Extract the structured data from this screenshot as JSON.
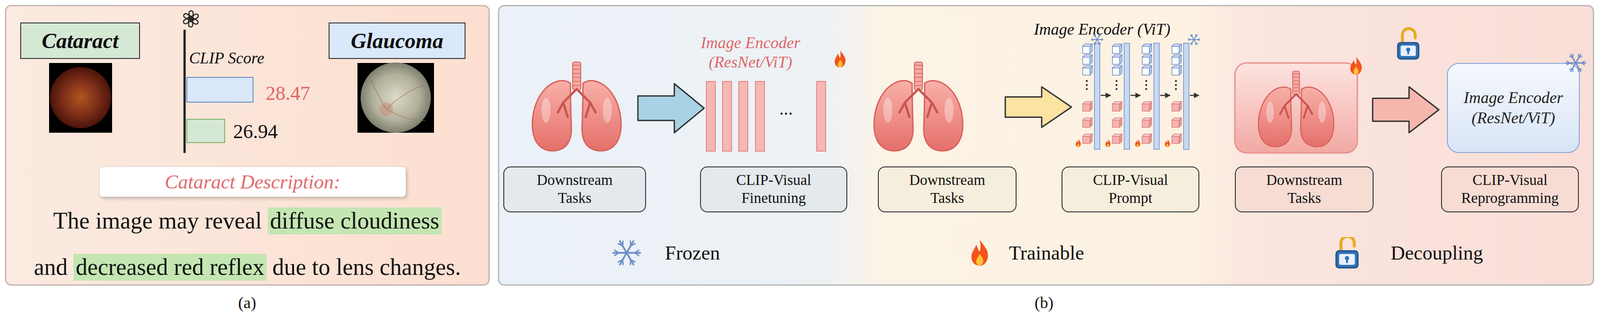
{
  "diagram": {
    "nodes": [
      {
        "text": [
          "Cataract"
        ]
      },
      {
        "text": [
          "Glaucoma"
        ]
      },
      {
        "text": [
          "Cataract Description:"
        ]
      },
      {
        "text": [
          "diffuse cloudiness"
        ]
      },
      {
        "text": [
          "decreased red reflex"
        ]
      },
      {
        "text": [
          "Downstream Tasks"
        ]
      },
      {
        "text": [
          "CLIP-Visual Finetuning"
        ]
      },
      {
        "text": [
          "Downstream Tasks"
        ]
      },
      {
        "text": [
          "CLIP-Visual Prompt"
        ]
      },
      {
        "text": [
          "Image Encoder (ResNet/ViT)"
        ]
      },
      {
        "text": [
          "Downstream Tasks"
        ]
      },
      {
        "text": [
          "CLIP-Visual Reprogramming"
        ]
      }
    ],
    "labels": [
      "CLIP Score",
      "28.47",
      "26.94",
      "The image may reveal",
      "and",
      "due to lens changes.",
      "Image Encoder (ResNet/ViT)",
      "...",
      "Image Encoder (ViT)",
      "(a)",
      "(b)"
    ],
    "legend": [
      {
        "text": "Frozen"
      },
      {
        "text": "Trainable"
      },
      {
        "text": "Decoupling"
      }
    ]
  }
}
